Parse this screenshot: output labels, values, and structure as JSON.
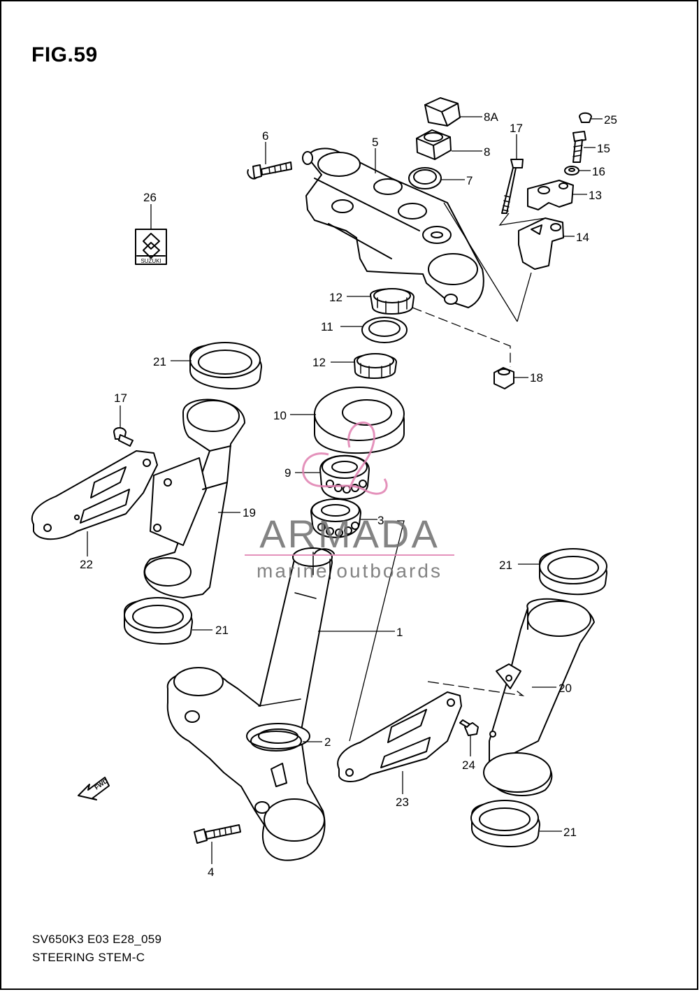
{
  "figure": {
    "title": "FIG.59",
    "model_code": "SV650K3 E03 E28_059",
    "section_name": "STEERING STEM-C"
  },
  "watermark": {
    "brand": "ARMADA",
    "tagline": "marine outboards",
    "color": "#e07fb0"
  },
  "badge": {
    "text": "SUZUKI"
  },
  "fwd_marker": {
    "text": "FWD"
  },
  "callouts": [
    "1",
    "2",
    "3",
    "4",
    "5",
    "6",
    "7",
    "8",
    "8A",
    "9",
    "10",
    "11",
    "12",
    "12",
    "13",
    "14",
    "15",
    "16",
    "17",
    "17",
    "18",
    "19",
    "20",
    "21",
    "21",
    "21",
    "21",
    "22",
    "23",
    "24",
    "25",
    "26"
  ]
}
